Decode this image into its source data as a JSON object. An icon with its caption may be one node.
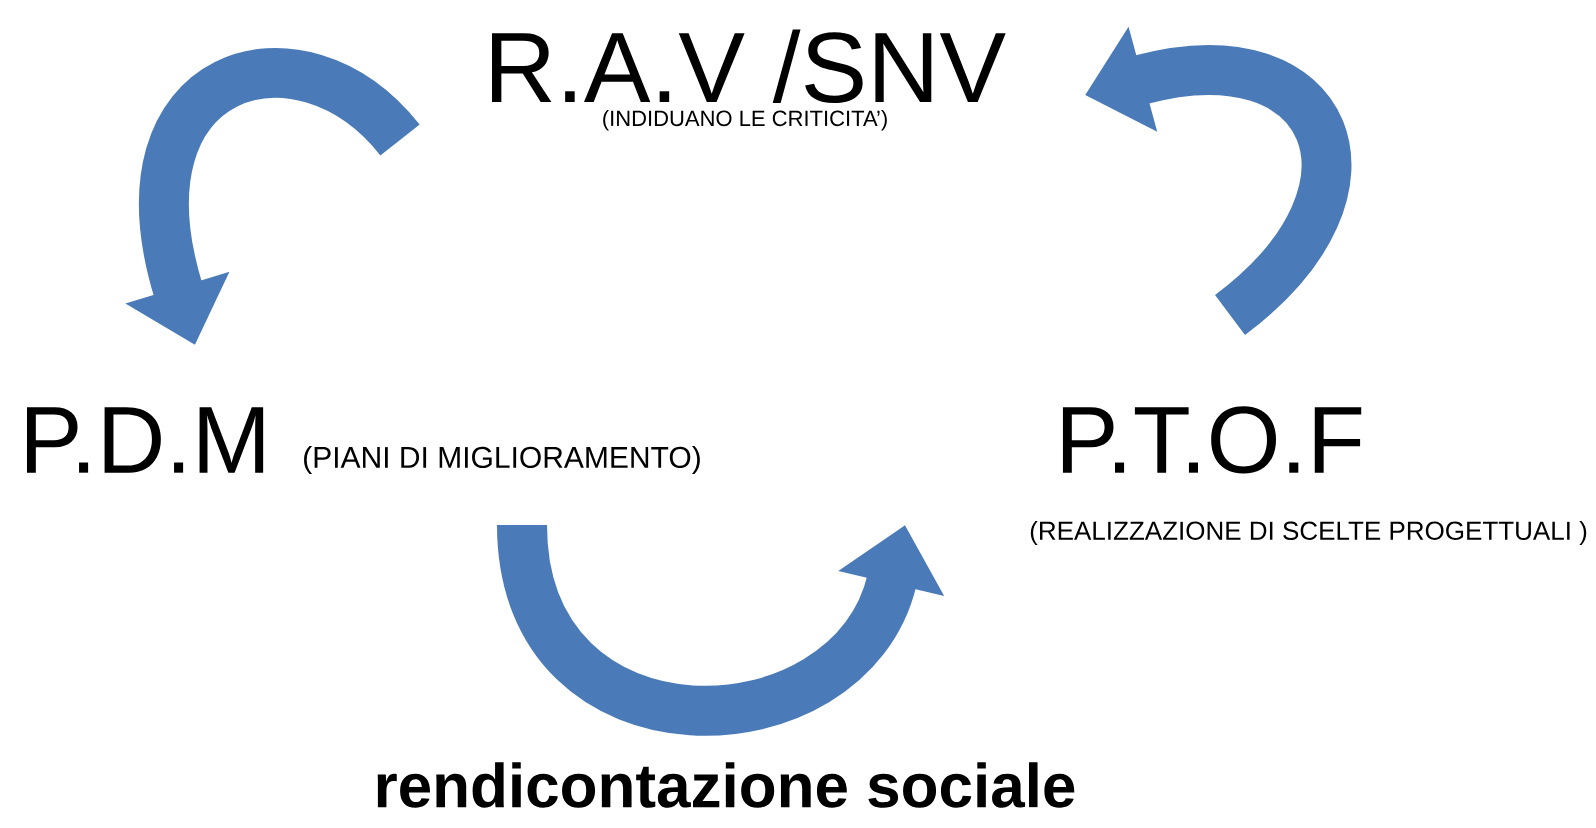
{
  "diagram": {
    "nodes": [
      {
        "text": [
          "R.A.V /SNV",
          "(INDIDUANO LE CRITICITA’)"
        ]
      },
      {
        "text": [
          "P.D.M"
        ],
        "beside": [
          "(PIANI DI MIGLIORAMENTO)"
        ]
      },
      {
        "text": [
          "P.T.O.F"
        ],
        "beside": [
          "(REALIZZAZIONE DI SCELTE PROGETTUALI )"
        ]
      }
    ],
    "edges": [
      {
        "from": 0,
        "to": 1,
        "arrow": "to"
      },
      {
        "from": 2,
        "to": 0,
        "arrow": "to"
      },
      {
        "from": 1,
        "to": 2,
        "arrow": "to",
        "label": "rendicontazione sociale"
      }
    ]
  }
}
